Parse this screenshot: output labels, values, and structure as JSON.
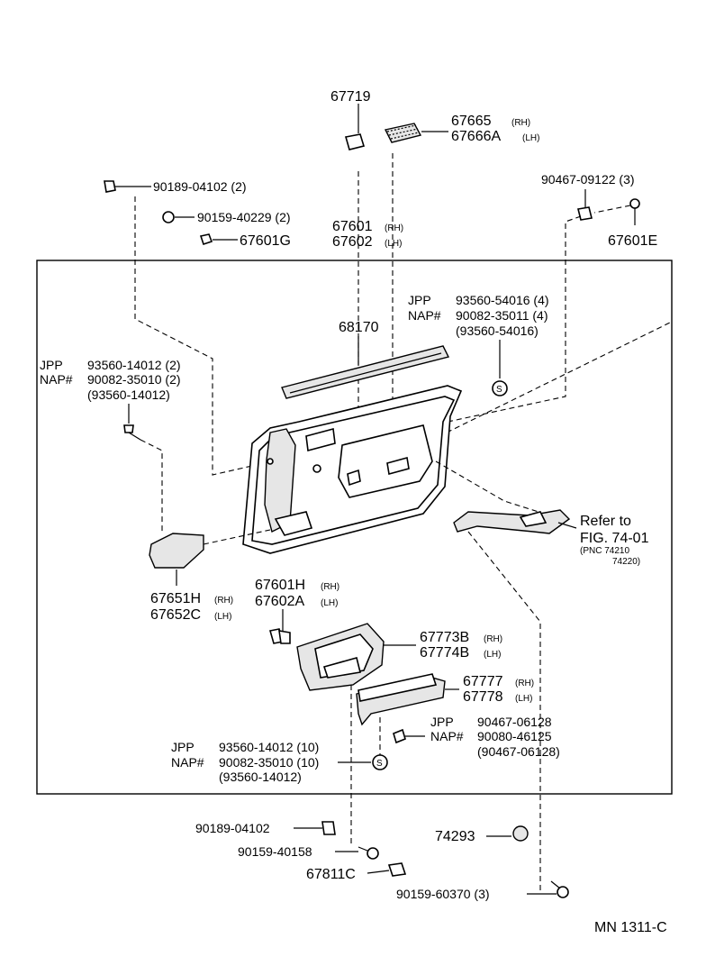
{
  "figure_code": "MN 1311-C",
  "parts": {
    "p67719": "67719",
    "p67665": "67665",
    "p67665_suffix": "(RH)",
    "p67666A": "67666A",
    "p67666A_suffix": "(LH)",
    "p90189_04102_2": "90189-04102 (2)",
    "p90159_40229_2": "90159-40229 (2)",
    "p67601G": "67601G",
    "p67601": "67601",
    "p67601_suffix": "(RH)",
    "p67602": "67602",
    "p67602_suffix": "(LH)",
    "p90467_09122_3": "90467-09122 (3)",
    "p67601E": "67601E",
    "p68170": "68170",
    "jpp1": "JPP",
    "jpp1_pn": "93560-54016 (4)",
    "nap1": "NAP#",
    "nap1_pn": "90082-35011 (4)",
    "alt1": "(93560-54016)",
    "jpp2": "JPP",
    "jpp2_pn": "93560-14012 (2)",
    "nap2": "NAP#",
    "nap2_pn": "90082-35010 (2)",
    "alt2": "(93560-14012)",
    "refer_to": "Refer to",
    "fig_ref": "FIG. 74-01",
    "pnc_ref": "(PNC 74210",
    "pnc_ref2": "74220)",
    "p67651H": "67651H",
    "p67651H_suffix": "(RH)",
    "p67652C": "67652C",
    "p67652C_suffix": "(LH)",
    "p67601H": "67601H",
    "p67601H_suffix": "(RH)",
    "p67602A": "67602A",
    "p67602A_suffix": "(LH)",
    "p67773B": "67773B",
    "p67773B_suffix": "(RH)",
    "p67774B": "67774B",
    "p67774B_suffix": "(LH)",
    "p67777": "67777",
    "p67777_suffix": "(RH)",
    "p67778": "67778",
    "p67778_suffix": "(LH)",
    "jpp3": "JPP",
    "jpp3_pn": "90467-06128",
    "nap3": "NAP#",
    "nap3_pn": "90080-46125",
    "alt3": "(90467-06128)",
    "jpp4": "JPP",
    "jpp4_pn": "93560-14012 (10)",
    "nap4": "NAP#",
    "nap4_pn": "90082-35010 (10)",
    "alt4": "(93560-14012)",
    "p90189_04102": "90189-04102",
    "p90159_40158": "90159-40158",
    "p67811C": "67811C",
    "p74293": "74293",
    "p90159_60370_3": "90159-60370 (3)",
    "screw_symbol": "S"
  }
}
